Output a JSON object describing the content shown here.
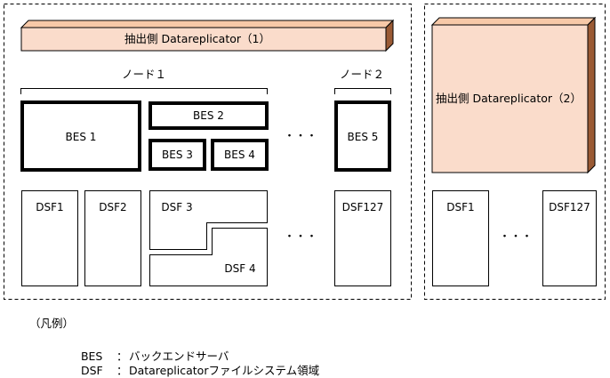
{
  "extractor_1": {
    "label": "抽出側 Datareplicator（1）"
  },
  "extractor_2": {
    "label": "抽出側 Datareplicator（2）"
  },
  "nodes": [
    {
      "label": "ノード１"
    },
    {
      "label": "ノード２"
    }
  ],
  "bes": [
    "BES 1",
    "BES 2",
    "BES 3",
    "BES 4",
    "BES 5"
  ],
  "dsf_left": [
    "DSF1",
    "DSF2",
    "DSF 3",
    "DSF 4",
    "DSF127"
  ],
  "dsf_right": [
    "DSF1",
    "DSF127"
  ],
  "ellipsis": "・・・",
  "legend": {
    "title": "（凡例）",
    "items": [
      {
        "term": "BES",
        "sep": "：",
        "desc": "バックエンドサーバ"
      },
      {
        "term": "DSF",
        "sep": "：",
        "desc": "Datareplicatorファイルシステム領域"
      }
    ]
  },
  "colors": {
    "extractor_face": "#fadccb",
    "extractor_top": "#f7c9a8",
    "extractor_side": "#9a5a34",
    "line": "#000000"
  }
}
